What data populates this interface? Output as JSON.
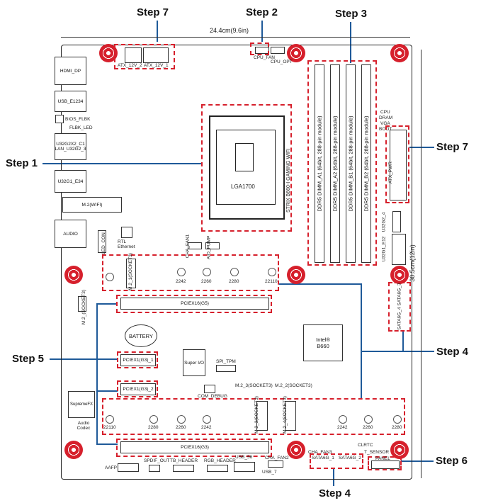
{
  "steps": {
    "step1": "Step 1",
    "step2": "Step 2",
    "step3": "Step 3",
    "step4_right": "Step 4",
    "step4_bottom": "Step 4",
    "step5": "Step 5",
    "step6": "Step 6",
    "step7_top": "Step 7",
    "step7_right": "Step 7"
  },
  "dimensions": {
    "width": "24.4cm(9.6in)",
    "height": "30.5cm(12in)"
  },
  "board": {
    "cpu_socket": "LGA1700",
    "board_name": "STRIX B660-I GAMING WIFI",
    "chipset_line1": "Intel®",
    "chipset_line2": "B660",
    "battery": "BATTERY",
    "super_io": "Super I/O",
    "rtl": "RTL Ethernet",
    "audio_codec": "Audio Codec",
    "supremefx": "SupremeFX"
  },
  "io": {
    "hdmi_dp": "HDMI_DP",
    "usb_e1234": "USB_E1234",
    "bios_flbk": "BIOS_FLBK",
    "flbk_led": "FLBK_LED",
    "u32g2x2": "U32G2X2_C1",
    "lan_u32g2": "LAN_U32G2_3",
    "u32g1_e34": "U32G1_E34",
    "m2_wifi": "M.2(WIFI)",
    "audio": "AUDIO"
  },
  "headers": {
    "atx12v_2": "ATX_12V_2",
    "atx12v_1": "ATX_12V_1",
    "cpu_fan": "CPU_FAN",
    "cpu_opt": "CPU_OPT",
    "aio_pump": "AIO_PUMP",
    "cha_fan1": "CHA_FAN1",
    "cha_fan2": "CHA_FAN2",
    "cha_fan3": "CHA_FAN3",
    "led_dram": "DRAM",
    "led_cpu": "CPU",
    "led_vga": "VGA",
    "led_boot": "BOOT",
    "atx_power": "ATX_PWR",
    "u32g2_4": "U32G2_4",
    "u32g1_e12": "U32G1_E12",
    "sata6g_3": "SATA6G_3",
    "sata6g_4": "SATA6G_4",
    "sata6g_1": "SATA6G_1",
    "sata6g_2": "SATA6G_2",
    "panel": "PANEL",
    "clrtc": "CLRTC",
    "t_sensor": "T_SENSOR",
    "spi_tpm": "SPI_TPM",
    "com_debug": "COM_DEBUG",
    "aafp": "AAFP",
    "spdif": "SPDIF_OUT",
    "tb_header": "TB_HEADER",
    "rgb_header": "RGB_HEADER",
    "usb_56": "USB_56",
    "usb_7": "USB_7",
    "led_con": "LED_CON"
  },
  "dimm_slots": [
    "DDR5 DIMM_A1 (64bit, 288-pin module)",
    "DDR5 DIMM_A2 (64bit, 288-pin module)",
    "DDR5 DIMM_B1 (64bit, 288-pin module)",
    "DDR5 DIMM_B2 (64bit, 288-pin module)"
  ],
  "slots": {
    "pciex16_g5": "PCIEX16(G5)",
    "pciex1_1": "PCIEX1(G3)_1",
    "pciex1_2": "PCIEX1(G3)_2",
    "pciex16_g3": "PCIEX16(G3)"
  },
  "m2": {
    "m2_1": "M.2_1(SOCKET3)",
    "m2_2": "M.2_2(SOCKET3)",
    "m2_3": "M.2_3(SOCKET3)",
    "m2_4": "M.2_4(SOCKET3)",
    "m2_socket3": "M.2_(SOCKET3)",
    "top_sizes": [
      "2242",
      "2260",
      "2280",
      "22110"
    ],
    "bottom_sizes_left": [
      "22110",
      "2280",
      "2260",
      "2242"
    ],
    "bottom_sizes_right": [
      "2242",
      "2260",
      "2280"
    ]
  }
}
